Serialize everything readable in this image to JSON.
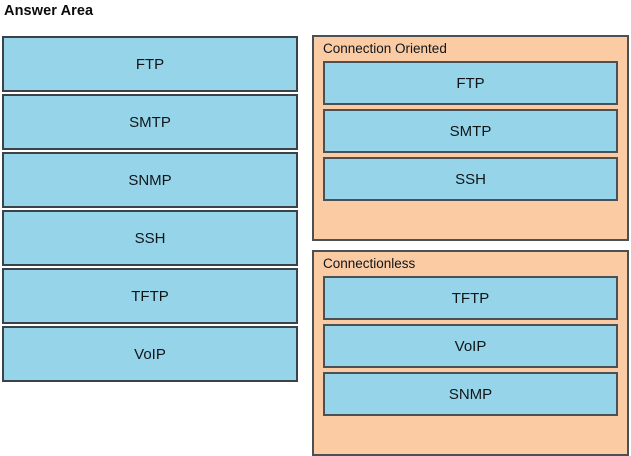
{
  "page": {
    "title": "Answer Area"
  },
  "colors": {
    "item_fill": "#96d5e9",
    "panel_fill": "#fbcba4",
    "border": "#3b4348",
    "text": "#101518",
    "background": "#ffffff"
  },
  "source_column": {
    "name": "draggable-protocol-list",
    "items": [
      {
        "label": "FTP"
      },
      {
        "label": "SMTP"
      },
      {
        "label": "SNMP"
      },
      {
        "label": "SSH"
      },
      {
        "label": "TFTP"
      },
      {
        "label": "VoIP"
      }
    ]
  },
  "target_column": {
    "panels": [
      {
        "title": "Connection Oriented",
        "items": [
          {
            "label": "FTP"
          },
          {
            "label": "SMTP"
          },
          {
            "label": "SSH"
          }
        ]
      },
      {
        "title": "Connectionless",
        "items": [
          {
            "label": "TFTP"
          },
          {
            "label": "VoIP"
          },
          {
            "label": "SNMP"
          }
        ]
      }
    ]
  }
}
